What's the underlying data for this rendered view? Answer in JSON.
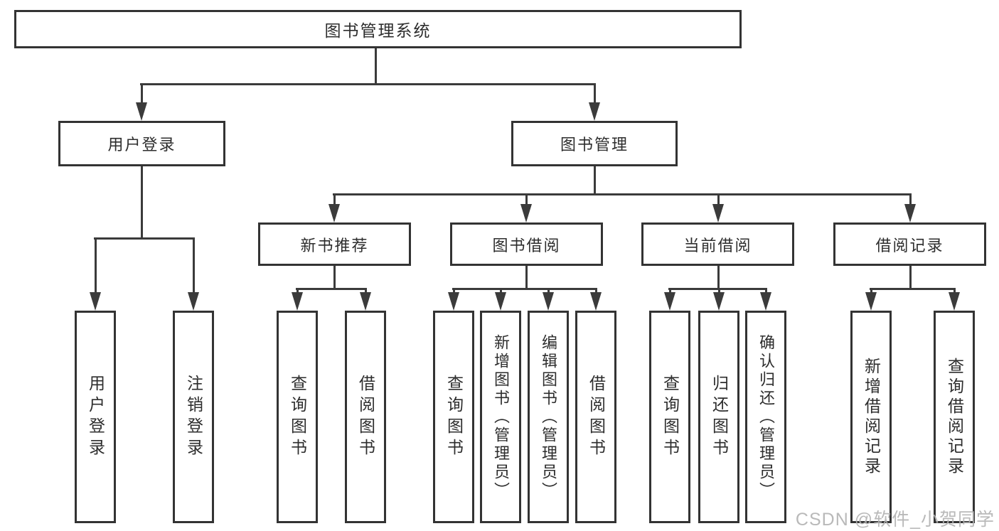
{
  "diagram_title": "图书管理系统",
  "hierarchy": {
    "root": {
      "label": "图书管理系统",
      "children": [
        {
          "label": "用户登录",
          "children": [
            {
              "label": "用户登录"
            },
            {
              "label": "注销登录"
            }
          ]
        },
        {
          "label": "图书管理",
          "children": [
            {
              "label": "新书推荐",
              "children": [
                {
                  "label": "查询图书"
                },
                {
                  "label": "借阅图书"
                }
              ]
            },
            {
              "label": "图书借阅",
              "children": [
                {
                  "label": "查询图书"
                },
                {
                  "label": "新增图书（管理员）"
                },
                {
                  "label": "编辑图书（管理员）"
                },
                {
                  "label": "借阅图书"
                }
              ]
            },
            {
              "label": "当前借阅",
              "children": [
                {
                  "label": "查询图书"
                },
                {
                  "label": "归还图书"
                },
                {
                  "label": "确认归还（管理员）"
                }
              ]
            },
            {
              "label": "借阅记录",
              "children": [
                {
                  "label": "新增借阅记录"
                },
                {
                  "label": "查询借阅记录"
                }
              ]
            }
          ]
        }
      ]
    }
  },
  "watermark": {
    "text": "CSDN @软件_小贺同学"
  },
  "colors": {
    "line": "#3b3b3b",
    "box_border": "#333333",
    "box_background": "#ffffff",
    "text": "#2d2d2d",
    "watermark": "#b2b2b2"
  }
}
